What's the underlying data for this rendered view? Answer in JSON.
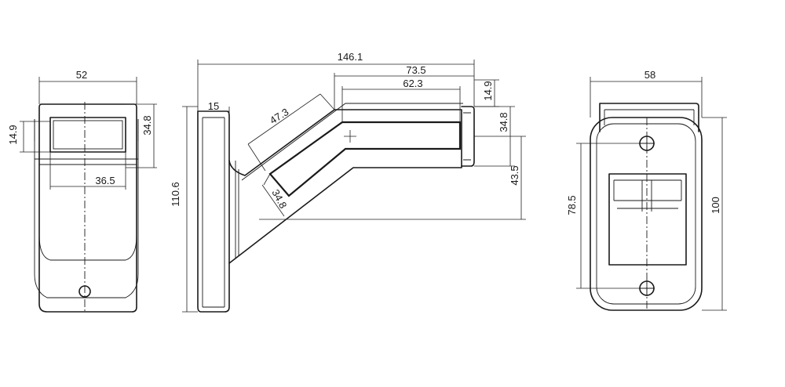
{
  "front_view": {
    "width_label": "52",
    "left_height_label": "14.9",
    "right_height_label": "34.8",
    "lens_width_label": "36.5"
  },
  "side_view": {
    "total_length_label": "146.1",
    "upper_length_label": "73.5",
    "lens_length_label": "62.3",
    "base_label": "15",
    "diagonal_label": "47.3",
    "diagonal_small_label": "34.8",
    "height_label": "110.6",
    "end_small_label": "14.9",
    "end_mid_label": "34.8",
    "end_large_label": "43.5"
  },
  "back_view": {
    "width_label": "58",
    "hole_spacing_label": "78.5",
    "height_label": "100"
  }
}
